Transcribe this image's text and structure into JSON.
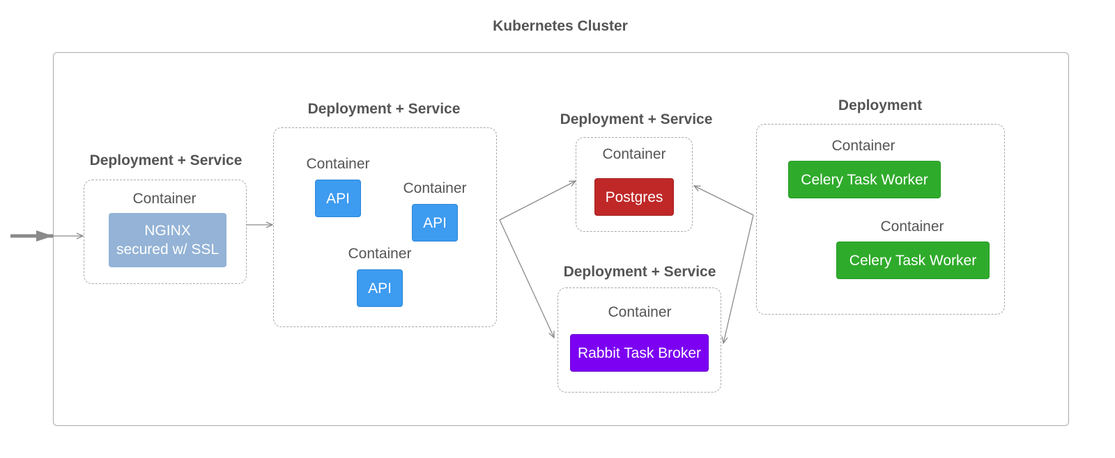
{
  "diagram": {
    "title": "Kubernetes Cluster",
    "groups": {
      "nginx": {
        "title": "Deployment + Service",
        "container_label": "Container",
        "box_label": "NGINX\nsecured w/ SSL"
      },
      "api": {
        "title": "Deployment + Service",
        "container_label": "Container",
        "box_label": "API"
      },
      "postgres": {
        "title": "Deployment + Service",
        "container_label": "Container",
        "box_label": "Postgres"
      },
      "rabbit": {
        "title": "Deployment + Service",
        "container_label": "Container",
        "box_label": "Rabbit Task Broker"
      },
      "celery": {
        "title": "Deployment",
        "container_label": "Container",
        "box_label": "Celery Task Worker"
      }
    }
  },
  "colors": {
    "nginx": "#94b3d6",
    "api": "#3d9bf0",
    "postgres": "#c02828",
    "rabbit": "#7c00f2",
    "celery": "#2fab2b"
  }
}
